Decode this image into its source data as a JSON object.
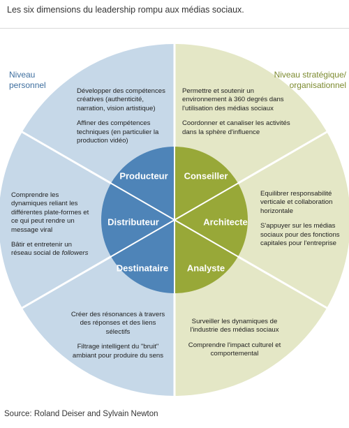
{
  "title": "Les six dimensions du leadership rompu aux médias sociaux.",
  "levels": {
    "left": {
      "line1": "Niveau",
      "line2": "personnel"
    },
    "right": {
      "line1": "Niveau stratégique/",
      "line2": "organisationnel"
    }
  },
  "roles": {
    "producteur": "Producteur",
    "distributeur": "Distributeur",
    "destinataire": "Destinataire",
    "conseiller": "Conseiller",
    "architecte": "Architecte",
    "analyste": "Analyste"
  },
  "texts": {
    "producteur": {
      "p1": "Développer des compétences créatives (authenticité, narration, vision artistique)",
      "p2": "Affiner des compétences techniques (en particulier la production vidéo)"
    },
    "distributeur": {
      "p1": "Comprendre les dynamiques reliant les différentes plate-formes et ce qui peut rendre un message viral",
      "p2": "Bâtir et entretenir un réseau social de",
      "p2_em": "followers"
    },
    "destinataire": {
      "p1": "Créer des résonances à travers des réponses et des liens sélectifs",
      "p2": "Filtrage intelligent du \"bruit\" ambiant pour produire du sens"
    },
    "conseiller": {
      "p1": "Permettre et soutenir un environnement à 360 degrés dans l'utilisation des médias sociaux",
      "p2": "Coordonner et canaliser les activités dans la sphère d'influence"
    },
    "architecte": {
      "p1": "Equilibrer responsabilité verticale et collaboration horizontale",
      "p2": "S'appuyer sur les médias sociaux pour des fonctions capitales pour l'entreprise"
    },
    "analyste": {
      "p1": "Surveiller les dynamiques de l'industrie des médias sociaux",
      "p2": "Comprendre l'impact culturel et comportemental"
    }
  },
  "source": "Source: Roland Deiser and Sylvain Newton",
  "colors": {
    "outer_left": "#c6d8e8",
    "outer_right": "#e4e7c6",
    "inner_left": "#4e84b8",
    "inner_right": "#98a838",
    "lines": "#ffffff"
  }
}
